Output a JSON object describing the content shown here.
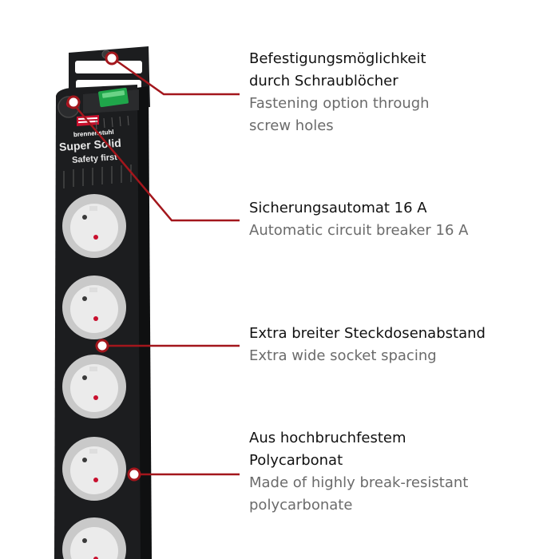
{
  "product": {
    "brand_logo": "brennenstuhl",
    "model_line1": "Super Solid",
    "model_line2": "Safety first"
  },
  "features": [
    {
      "de": "Befestigungsmöglichkeit\ndurch Schraublöcher",
      "en": "Fastening option through\nscrew holes"
    },
    {
      "de": "Sicherungsautomat 16 A",
      "en": "Automatic circuit breaker 16 A"
    },
    {
      "de": "Extra breiter Steckdosenabstand",
      "en": "Extra wide socket spacing"
    },
    {
      "de": "Aus hochbruchfestem\nPolycarbonat",
      "en": "Made of highly break-resistant\npolycarbonate"
    }
  ],
  "colors": {
    "callout_line": "#a3161c",
    "housing": "#1c1d1f",
    "socket": "#c9c9c9",
    "switch": "#1fa64a",
    "brand_red": "#c8102e"
  }
}
